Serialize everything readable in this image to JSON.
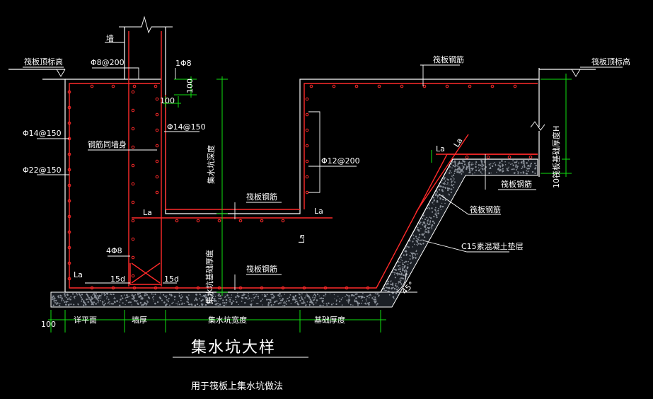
{
  "labels": {
    "raft_top_left": "筏板顶标高",
    "raft_top_right": "筏板顶标高",
    "wall": "墙",
    "phi8_200": "Φ8@200",
    "one_phi8": "1Φ8",
    "dim_100_v": "100",
    "dim_100_h": "100",
    "raft_rebar_top": "筏板钢筋",
    "phi14_150_left": "Φ14@150",
    "phi22_150": "Φ22@150",
    "rebar_anchor": "钢筋同墙身",
    "phi14_150_mid": "Φ14@150",
    "phi12_200": "Φ12@200",
    "pit_depth": "集水坑深度",
    "raft_rebar_mid": "筏板钢筋",
    "la_1": "La",
    "la_2": "La",
    "la_3": "La",
    "la_4": "La",
    "la_5": "La",
    "la_6": "La",
    "four_phi8": "4Φ8",
    "d15_left": "15d",
    "d15_right": "15d",
    "base_slab_thk": "集水坑基础厚度",
    "raft_rebar_bottom": "筏板钢筋",
    "raft_rebar_right": "筏板钢筋",
    "raft_rebar_slope": "筏板钢筋",
    "c15_layer": "C15素混凝土垫层",
    "angle": "45°",
    "raft_thickness": "10筏板基础厚度H",
    "dim_100_bottom": "100",
    "dim_flat": "详平面",
    "dim_wall": "墙厚",
    "dim_pit_width": "集水坑宽度",
    "dim_base": "基础厚度"
  },
  "title": "集水坑大样",
  "subtitle": "用于筏板上集水坑做法"
}
